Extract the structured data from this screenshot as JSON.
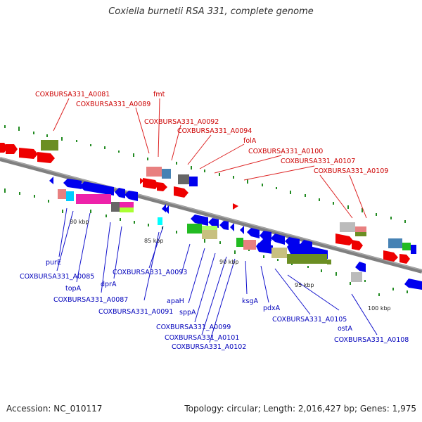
{
  "header": {
    "title": "Coxiella burnetii RSA 331, complete genome"
  },
  "footer": {
    "accession": "Accession: NC_010117",
    "summary": "Topology: circular; Length: 2,016,427 bp; Genes: 1,975"
  },
  "colors": {
    "forward_label": "#cc0000",
    "reverse_label": "#0000bb",
    "backbone": "#808080",
    "forward_feature": "#ff0000",
    "reverse_feature": "#0000ee",
    "gc_marks": "#228b22"
  },
  "ticks": [
    "80 kbp",
    "85 kbp",
    "90 kbp",
    "95 kbp",
    "100 kbp"
  ],
  "forward_labels": [
    "COXBURSA331_A0081",
    "COXBURSA331_A0089",
    "fmt",
    "COXBURSA331_A0092",
    "COXBURSA331_A0094",
    "folA",
    "COXBURSA331_A0100",
    "COXBURSA331_A0107",
    "COXBURSA331_A0109"
  ],
  "reverse_labels": [
    "purE",
    "COXBURSA331_A0085",
    "topA",
    "COXBURSA331_A0087",
    "dprA",
    "COXBURSA331_A0093",
    "COXBURSA331_A0091",
    "apaH",
    "sppA",
    "COXBURSA331_A0099",
    "COXBURSA331_A0101",
    "COXBURSA331_A0102",
    "ksgA",
    "pdxA",
    "COXBURSA331_A0105",
    "ostA",
    "COXBURSA331_A0108"
  ]
}
